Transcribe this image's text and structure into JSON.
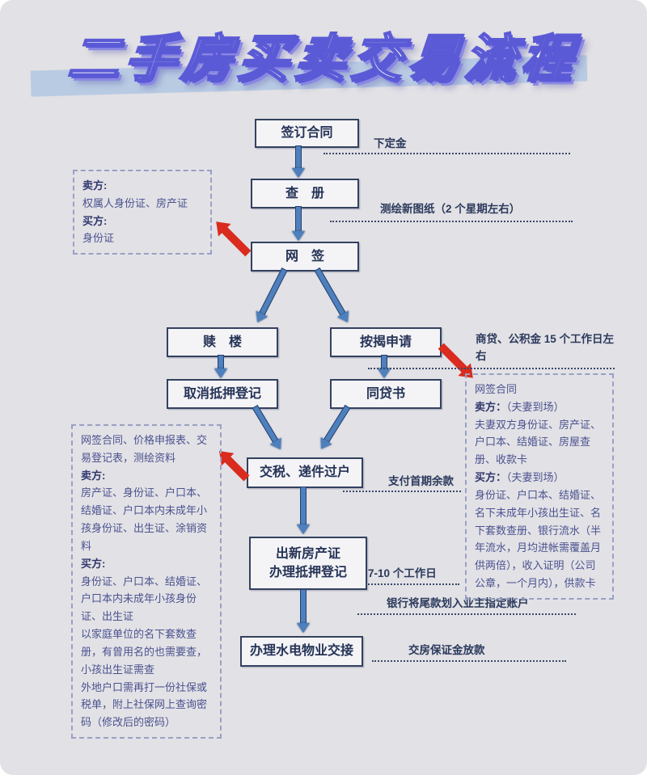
{
  "page": {
    "title": "二手房买卖交易流程"
  },
  "flow": {
    "boxes": {
      "sign_contract": "签订合同",
      "check_records": "查　册",
      "online_sign": "网　签",
      "redeem": "赎　楼",
      "mortgage_apply": "按揭申请",
      "cancel_mortgage": "取消抵押登记",
      "loan_letter": "同贷书",
      "tax_transfer": "交税、递件过户",
      "new_cert_line1": "出新房产证",
      "new_cert_line2": "办理抵押登记",
      "utilities": "办理水电物业交接"
    },
    "annotations": {
      "deposit": "下定金",
      "survey": "测绘新图纸（2 个星期左右）",
      "loan_time": "商贷、公积金 15 个工作日左右",
      "first_payment": "支付首期余款",
      "workdays": "7-10 个工作日",
      "bank_transfer": "银行将尾款划入业主指定账户",
      "guarantee": "交房保证金放款"
    },
    "notes": {
      "net_sign": {
        "seller_label": "卖方:",
        "seller_docs": "权属人身份证、房产证",
        "buyer_label": "买方:",
        "buyer_docs": "身份证"
      },
      "transfer": {
        "intro": "网签合同、价格申报表、交易登记表，测绘资料",
        "seller_label": "卖方:",
        "seller_docs": "房产证、身份证、户口本、结婚证、户口本内未成年小孩身份证、出生证、涂销资料",
        "buyer_label": "买方:",
        "buyer_docs": "身份证、户口本、结婚证、户口本内未成年小孩身份证、出生证",
        "extra1": "以家庭单位的名下套数查册，有曾用名的也需要查，小孩出生证需查",
        "extra2": "外地户口需再打一份社保或税单，附上社保网上查询密码（修改后的密码）"
      },
      "mortgage": {
        "intro": "网签合同",
        "seller_label": "卖方：",
        "seller_note": "（夫妻到场）",
        "seller_docs": "夫妻双方身份证、房产证、户口本、结婚证、房屋查册、收款卡",
        "buyer_label": "买方：",
        "buyer_note": "（夫妻到场）",
        "buyer_docs": "身份证、户口本、结婚证、名下未成年小孩出生证、名下套数查册、银行流水（半年流水，月均进帐需覆盖月供两倍），收入证明（公司公章，一个月内），供款卡"
      }
    }
  },
  "colors": {
    "background": "#e2e1e5",
    "box_border": "#33415f",
    "box_text": "#243356",
    "arrow_blue": "#4d80bd",
    "arrow_red": "#d92b1e",
    "note_text": "#4a5290",
    "title_outline": "#5b5ad6",
    "title_band": "#b5c9e2"
  }
}
